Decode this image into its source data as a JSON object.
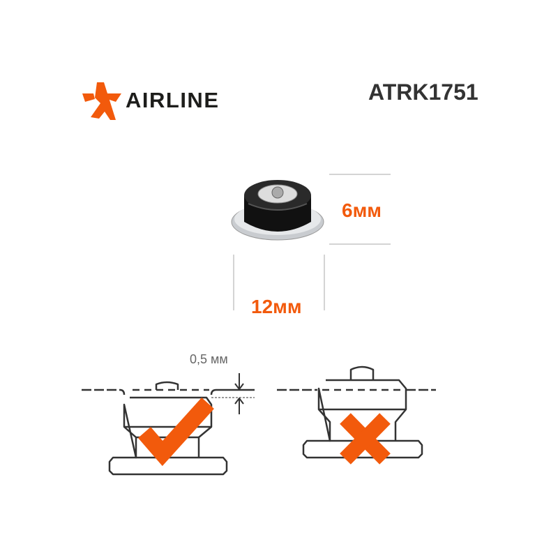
{
  "brand": {
    "name": "AIRLINE",
    "accent": "#f25a0c"
  },
  "product": {
    "sku": "ATRK1751"
  },
  "dimensions": {
    "height": "6мм",
    "width": "12мм",
    "gap": "0,5 мм"
  },
  "diagrams": [
    {
      "verdict": "correct",
      "icon": "check-icon"
    },
    {
      "verdict": "incorrect",
      "icon": "cross-icon"
    }
  ]
}
